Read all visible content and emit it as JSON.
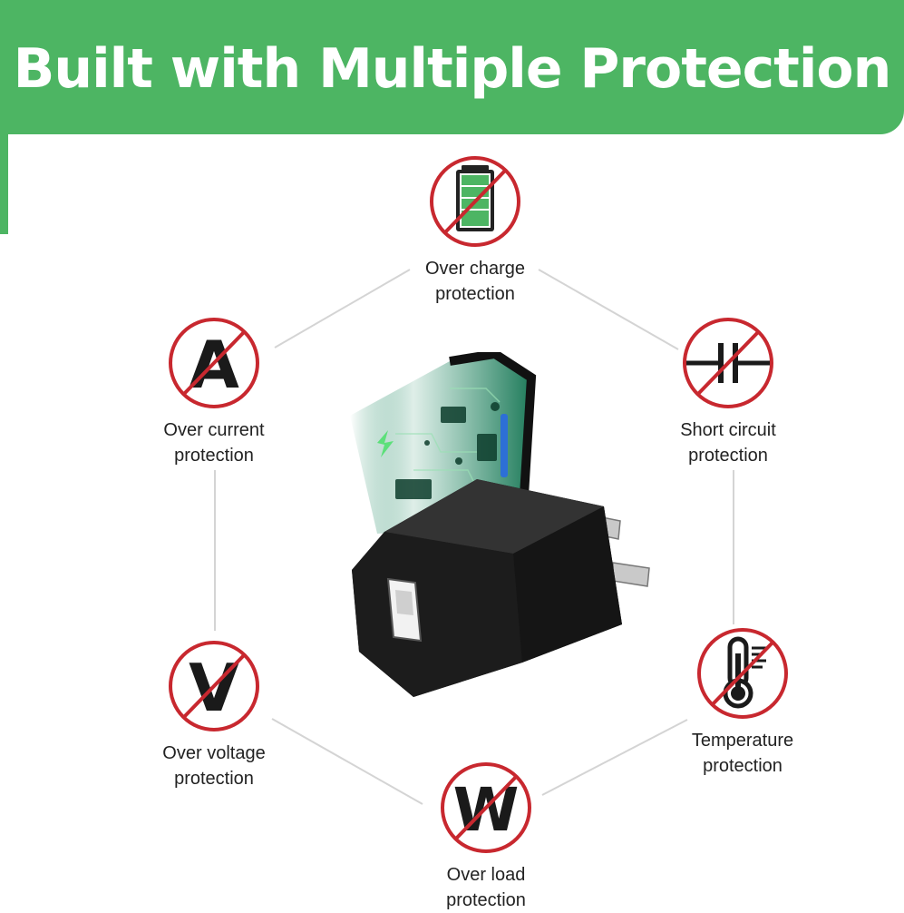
{
  "banner": {
    "title": "Built with Multiple Protection",
    "color": "#4db563"
  },
  "accent_color": "#c8282f",
  "features": [
    {
      "id": "over-charge",
      "icon": "battery-icon",
      "line1": "Over charge",
      "line2": "protection"
    },
    {
      "id": "over-current",
      "icon": "ampere-icon",
      "glyph": "A",
      "line1": "Over current",
      "line2": "protection"
    },
    {
      "id": "short-circuit",
      "icon": "capacitor-icon",
      "line1": "Short circuit",
      "line2": "protection"
    },
    {
      "id": "over-voltage",
      "icon": "volt-icon",
      "glyph": "V",
      "line1": "Over voltage",
      "line2": "protection"
    },
    {
      "id": "temperature",
      "icon": "thermometer-icon",
      "line1": "Temperature",
      "line2": "protection"
    },
    {
      "id": "over-load",
      "icon": "watt-icon",
      "glyph": "W",
      "line1": "Over load",
      "line2": "protection"
    }
  ],
  "product": {
    "icon": "usb-wall-charger-image"
  }
}
